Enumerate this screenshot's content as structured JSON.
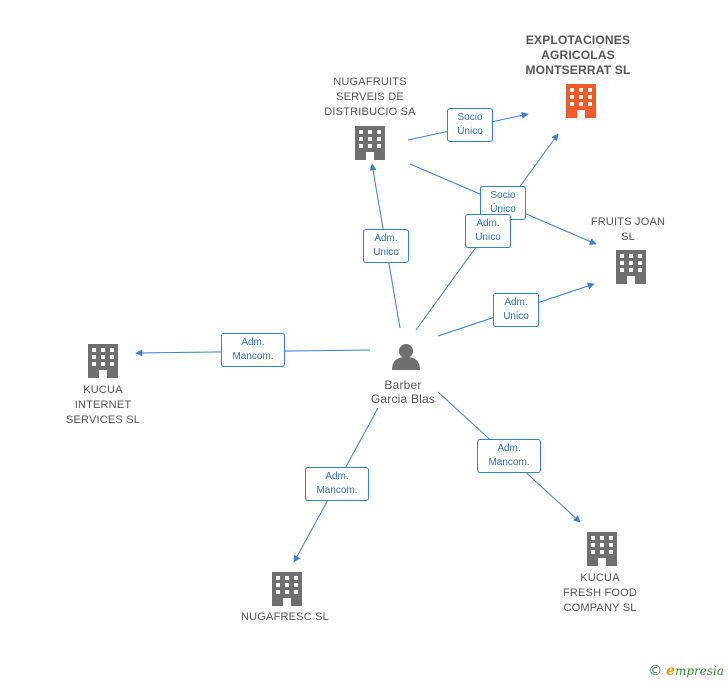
{
  "colors": {
    "edge": "#3b7fd4",
    "company_icon": "#6f6f6f",
    "main_company_icon": "#f15a2b",
    "person_icon": "#6f6f6f"
  },
  "nodes": {
    "explotaciones": {
      "lines": [
        "EXPLOTACIONES",
        "AGRICOLAS",
        "MONTSERRAT SL"
      ],
      "icon": "building-icon"
    },
    "nugafruits": {
      "lines": [
        "NUGAFRUITS",
        "SERVEIS DE",
        "DISTRIBUCIO SA"
      ],
      "icon": "building-icon"
    },
    "fruits_joan": {
      "lines": [
        "FRUITS JOAN",
        "SL"
      ],
      "icon": "building-icon"
    },
    "kucua_internet": {
      "lines": [
        "KUCUA",
        "INTERNET",
        "SERVICES SL"
      ],
      "icon": "building-icon"
    },
    "barber": {
      "lines": [
        "Barber",
        "Garcia Blas"
      ],
      "icon": "person-icon"
    },
    "nugafresc": {
      "lines": [
        "NUGAFRESC SL"
      ],
      "icon": "building-icon"
    },
    "kucua_fresh": {
      "lines": [
        "KUCUA",
        "FRESH FOOD",
        "COMPANY SL"
      ],
      "icon": "building-icon"
    }
  },
  "edges": {
    "nugafruits_explotaciones": {
      "lines": [
        "Socio",
        "Único"
      ]
    },
    "nugafruits_fruits_joan": {
      "lines": [
        "Socio",
        "Único"
      ]
    },
    "barber_explotaciones": {
      "lines": [
        "Adm.",
        "Unico"
      ]
    },
    "barber_nugafruits": {
      "lines": [
        "Adm.",
        "Unico"
      ]
    },
    "barber_fruits_joan": {
      "lines": [
        "Adm.",
        "Unico"
      ]
    },
    "barber_kucua_internet": {
      "lines": [
        "Adm.",
        "Mancom."
      ]
    },
    "barber_nugafresc": {
      "lines": [
        "Adm.",
        "Mancom."
      ]
    },
    "barber_kucua_fresh": {
      "lines": [
        "Adm.",
        "Mancom."
      ]
    }
  },
  "footer": {
    "copyright": "©",
    "brand_initial": "e",
    "brand_rest": "mpresia"
  }
}
